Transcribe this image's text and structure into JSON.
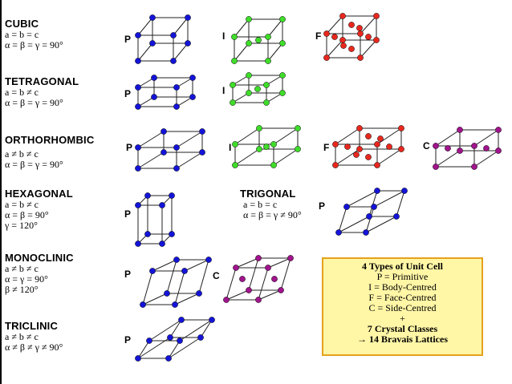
{
  "systems": [
    {
      "id": "cubic",
      "name": "CUBIC",
      "relations": [
        "a = b = c",
        "α = β = γ = 90°"
      ]
    },
    {
      "id": "tetragonal",
      "name": "TETRAGONAL",
      "relations": [
        "a = b ≠ c",
        "α = β = γ = 90°"
      ]
    },
    {
      "id": "orthorhombic",
      "name": "ORTHORHOMBIC",
      "relations": [
        "a ≠ b ≠ c",
        "α = β = γ = 90°"
      ]
    },
    {
      "id": "hexagonal",
      "name": "HEXAGONAL",
      "relations": [
        "a = b ≠ c",
        "α = β = 90°",
        "γ = 120°"
      ]
    },
    {
      "id": "monoclinic",
      "name": "MONOCLINIC",
      "relations": [
        "a ≠ b ≠ c",
        "α = γ = 90°",
        "β ≠ 120°"
      ]
    },
    {
      "id": "triclinic",
      "name": "TRICLINIC",
      "relations": [
        "a ≠ b ≠ c",
        "α ≠ β ≠ γ ≠ 90°"
      ]
    }
  ],
  "trigonal": {
    "name": "TRIGONAL",
    "relations": [
      "a = b = c",
      "α = β = γ ≠ 90°"
    ]
  },
  "lattice_labels": {
    "P": "P",
    "I": "I",
    "F": "F",
    "C": "C"
  },
  "colors": {
    "primitive": "#1414d8",
    "body_centred": "#3fdd2a",
    "face_centred": "#e8281e",
    "side_centred": "#a0148c"
  },
  "legend": {
    "title": "4 Types of Unit Cell",
    "items": [
      "P = Primitive",
      "I = Body-Centred",
      "F = Face-Centred",
      "C = Side-Centred"
    ],
    "plus": "+",
    "classes": "7 Crystal Classes",
    "result": "→ 14 Bravais Lattices"
  }
}
